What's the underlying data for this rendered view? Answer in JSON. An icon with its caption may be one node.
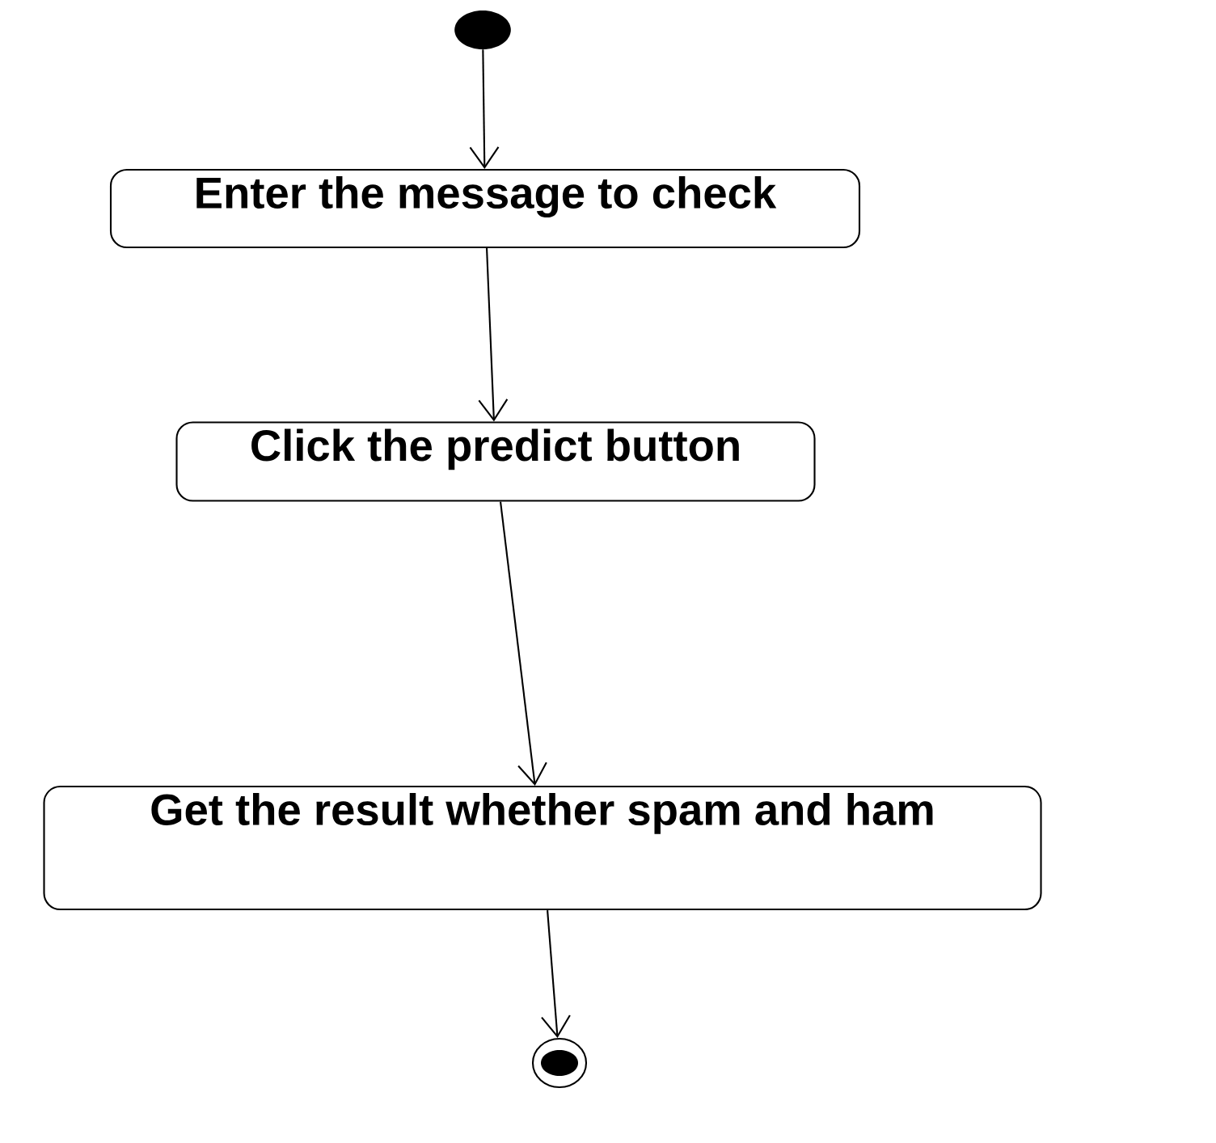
{
  "diagram": {
    "nodes": [
      {
        "text": [],
        "shape": "circle"
      },
      {
        "text": [
          "Enter the message to check"
        ]
      },
      {
        "text": [
          "Click the predict button"
        ]
      },
      {
        "text": [
          "Get the result whether spam and ham"
        ]
      },
      {
        "text": [],
        "shape": "bullseye"
      }
    ],
    "edges": [
      {
        "from": 0,
        "to": 1,
        "arrow": "to"
      },
      {
        "from": 1,
        "to": 2,
        "arrow": "to"
      },
      {
        "from": 2,
        "to": 3,
        "arrow": "to"
      },
      {
        "from": 3,
        "to": 4,
        "arrow": "to"
      }
    ]
  }
}
